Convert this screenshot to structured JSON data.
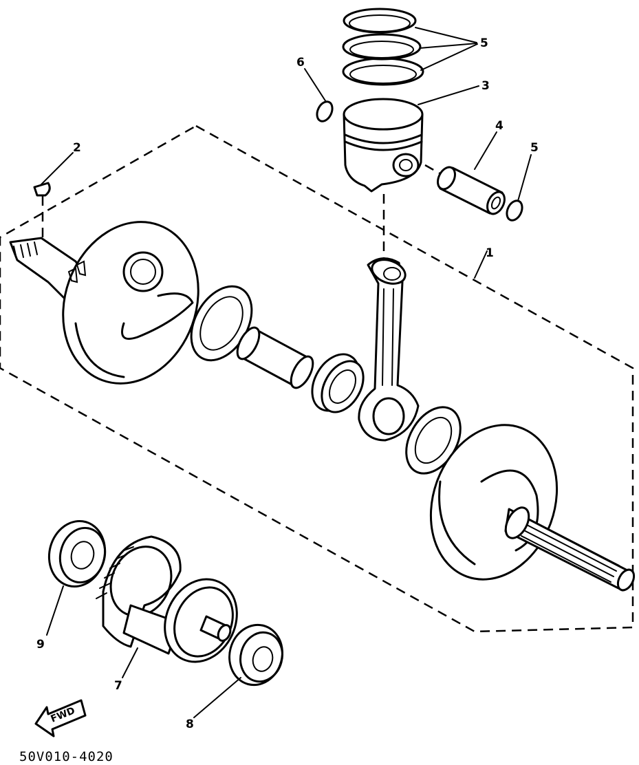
{
  "callouts": {
    "c1": "1",
    "c2": "2",
    "c3": "3",
    "c4": "4",
    "c5a": "5",
    "c5b": "5",
    "c6": "6",
    "c7": "7",
    "c8": "8",
    "c9": "9"
  },
  "fwd_label": "FWD",
  "drawing_code": "50V010-4020"
}
